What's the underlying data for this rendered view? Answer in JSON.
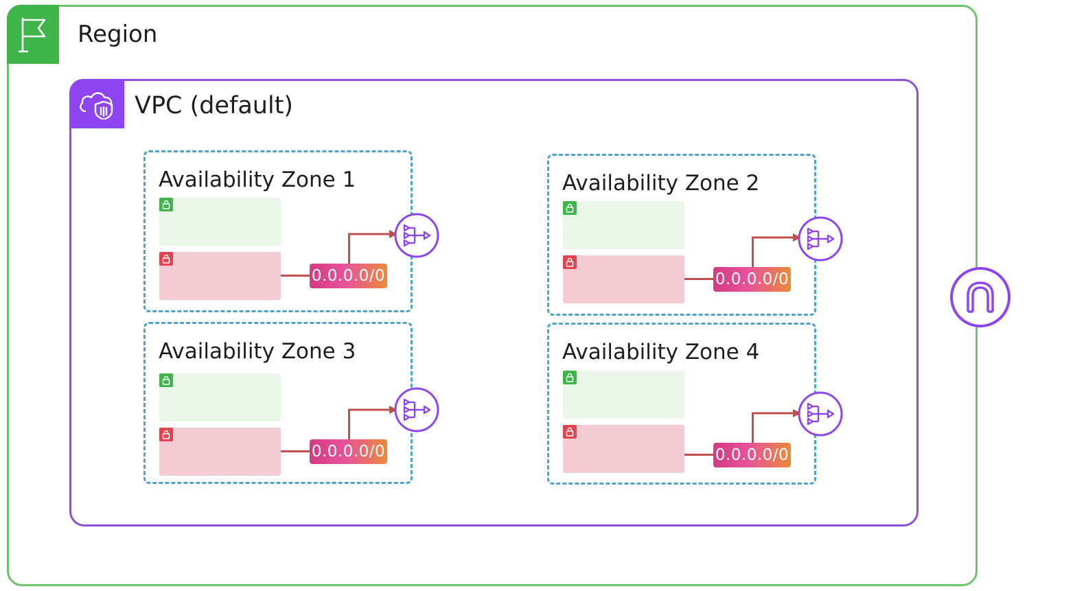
{
  "region": {
    "title": "Region",
    "icon": "flag-icon",
    "color": "#3eb44a"
  },
  "vpc": {
    "title": "VPC (default)",
    "icon": "vpc-cloud-shield-icon",
    "color": "#8c45f0"
  },
  "zones": [
    {
      "title": "Availability Zone 1",
      "route": "0.0.0.0/0"
    },
    {
      "title": "Availability Zone 2",
      "route": "0.0.0.0/0"
    },
    {
      "title": "Availability Zone 3",
      "route": "0.0.0.0/0"
    },
    {
      "title": "Availability Zone 4",
      "route": "0.0.0.0/0"
    }
  ],
  "icons": {
    "public_subnet_lock": "lock-icon",
    "private_subnet_lock": "lock-icon",
    "nat_gateway": "nat-gateway-icon",
    "internet_gateway": "internet-gateway-icon"
  },
  "colors": {
    "public_subnet": "#eaf7e8",
    "private_subnet": "#f4cbd2",
    "zone_border": "#4ea3c9",
    "route_line": "#c0504d"
  }
}
